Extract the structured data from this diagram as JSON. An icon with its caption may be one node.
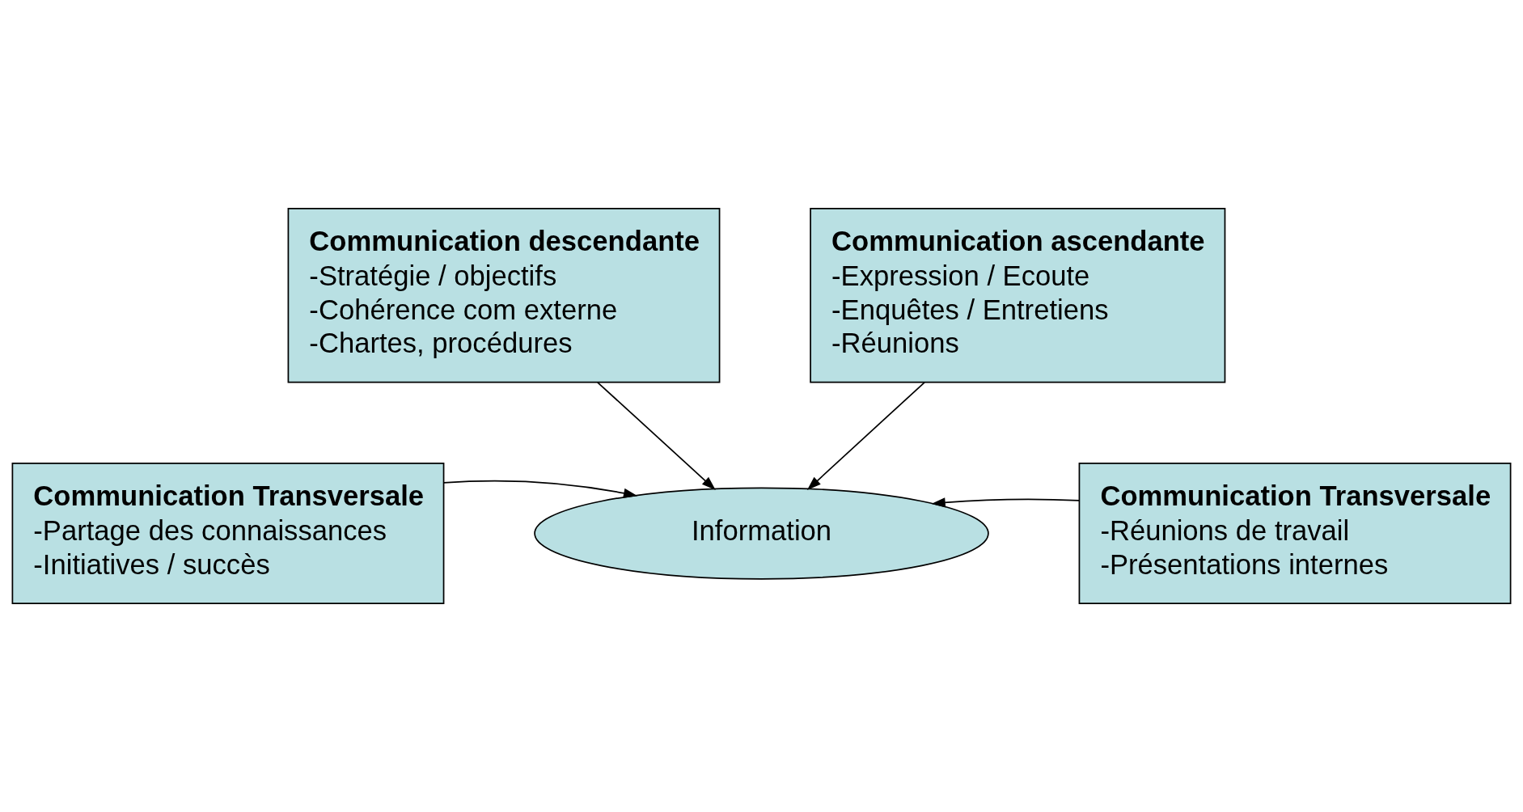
{
  "diagram": {
    "nodes": [
      {
        "text": [
          "Communication descendante",
          "-Stratégie / objectifs",
          "-Cohérence com externe",
          "-Chartes, procédures"
        ]
      },
      {
        "text": [
          "Communication Transversale",
          "-Partage des connaissances",
          "-Initiatives / succès"
        ]
      },
      {
        "text": [
          "Information"
        ]
      },
      {
        "text": [
          "Communication Transversale",
          "-Réunions de travail",
          "-Présentations internes"
        ]
      },
      {
        "text": [
          "Communication ascendante",
          "-Expression / Ecoute",
          "-Enquêtes / Entretiens",
          "-Réunions"
        ]
      }
    ],
    "edges": [
      {
        "from": 0,
        "to": 2,
        "arrow": "to"
      },
      {
        "from": 1,
        "to": 2,
        "arrow": "to"
      },
      {
        "from": 3,
        "to": 2,
        "arrow": "to"
      },
      {
        "from": 4,
        "to": 2,
        "arrow": "to"
      }
    ]
  }
}
